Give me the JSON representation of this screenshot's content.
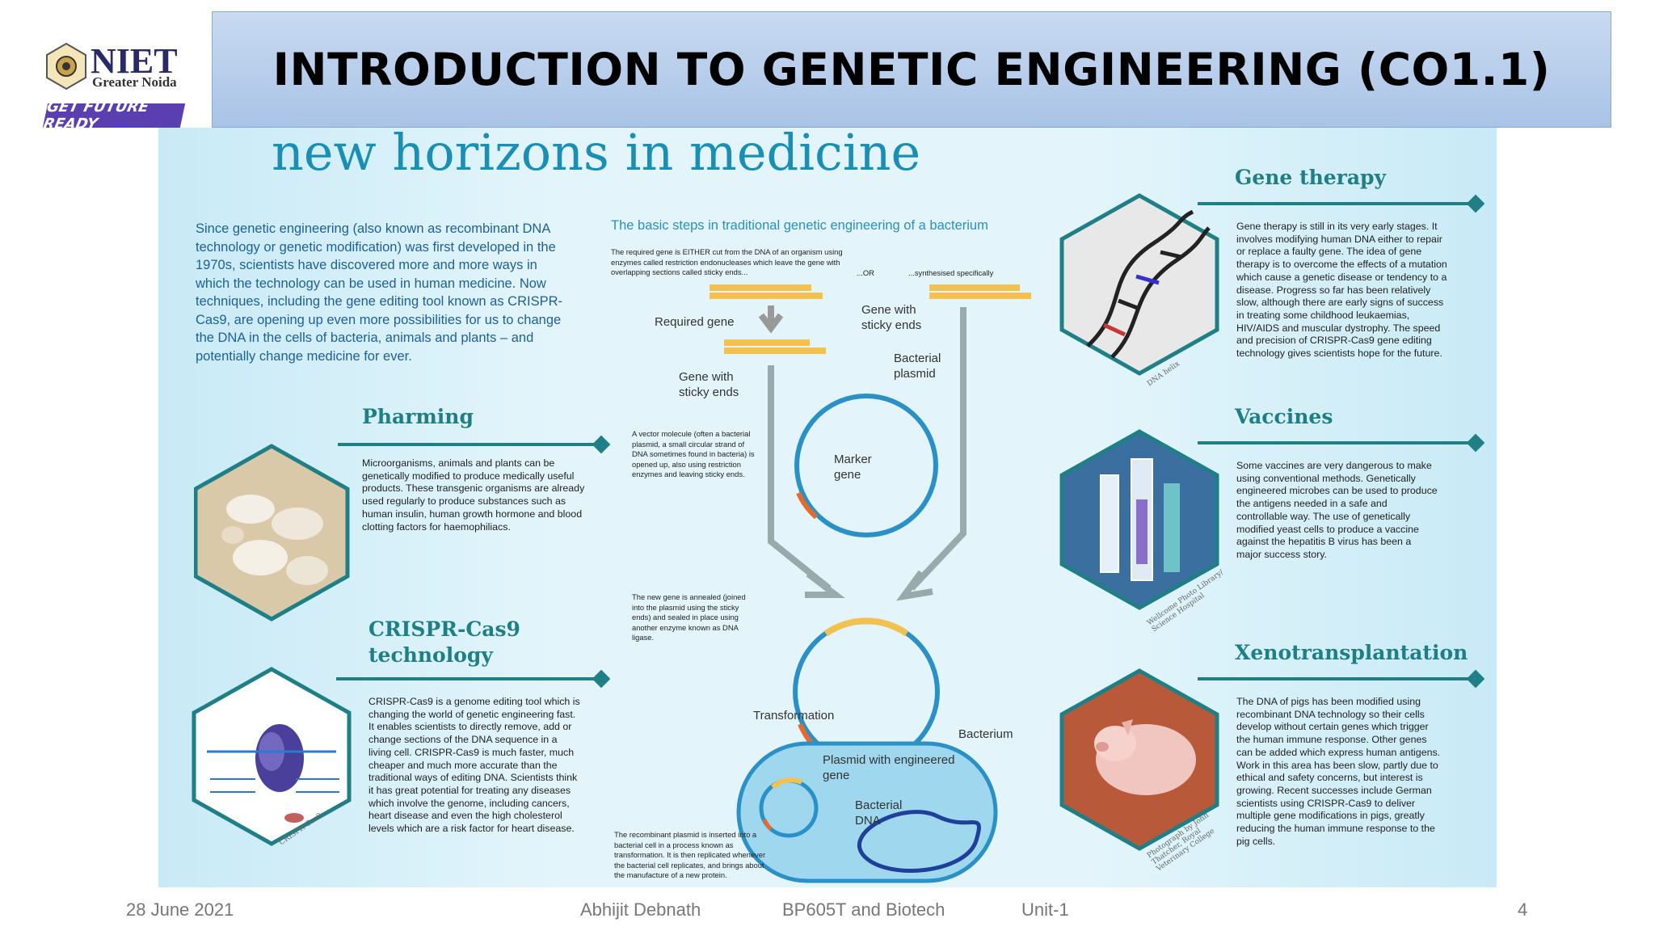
{
  "header": {
    "title": "INTRODUCTION TO GENETIC ENGINEERING (CO1.1)",
    "logo": {
      "name": "NIET",
      "sub": "Greater Noida",
      "tagline": "GET FUTURE READY"
    }
  },
  "poster": {
    "heading": "new horizons in medicine",
    "intro": "Since genetic engineering (also known as recombinant DNA technology or genetic modification) was first developed in the 1970s, scientists have discovered more and more ways in which the technology can be used in human medicine. Now techniques, including the gene editing tool known as CRISPR-Cas9, are opening up even more possibilities for us to change the DNA in the cells of bacteria, animals and plants – and potentially change medicine for ever.",
    "pharming": {
      "heading": "Pharming",
      "text": "Microorganisms, animals and plants can be genetically modified to produce medically useful products. These transgenic organisms are already used regularly to produce substances such as human insulin, human growth hormone and blood clotting factors for haemophiliacs."
    },
    "crispr": {
      "heading_line1": "CRISPR-Cas9",
      "heading_line2": "technology",
      "text": "CRISPR-Cas9 is a genome editing tool which is changing the world of genetic engineering fast. It enables scientists to directly remove, add or change sections of the DNA sequence in a living cell. CRISPR-Cas9 is much faster, much cheaper and much more accurate than the traditional ways of editing DNA. Scientists think it has great potential for treating any diseases which involve the genome, including cancers, heart disease and even the high cholesterol levels which are a risk factor for heart disease.",
      "caption": "CRISPR-Cas9"
    },
    "diagram": {
      "title": "The basic steps in traditional genetic engineering of a bacterium",
      "step1": "The required gene is EITHER cut from the DNA of an organism using enzymes called restriction endonucleases which leave the gene with overlapping sections called sticky ends...",
      "or": "...OR",
      "synth": "...synthesised specifically",
      "required_gene": "Required gene",
      "gene_sticky_1": "Gene with sticky ends",
      "gene_sticky_2": "Gene with sticky ends",
      "bacterial_plasmid": "Bacterial plasmid",
      "vector": "A vector molecule (often a bacterial plasmid, a small circular strand of DNA sometimes found in bacteria) is opened up, also using restriction enzymes and leaving sticky ends.",
      "marker": "Marker gene",
      "annealed": "The new gene is annealed (joined into the plasmid using the sticky ends) and sealed in place using another enzyme known as DNA ligase.",
      "transformation": "Transformation",
      "bacterium": "Bacterium",
      "plasmid_engineered": "Plasmid with engineered gene",
      "bacterial_dna": "Bacterial DNA",
      "recombinant": "The recombinant plasmid is inserted into a bacterial cell in a process known as transformation. It is then replicated whenever the bacterial cell replicates, and brings about the manufacture of a new protein."
    },
    "gene_therapy": {
      "heading": "Gene therapy",
      "text": "Gene therapy is still in its very early stages. It involves modifying human DNA either to repair or replace a faulty gene. The idea of gene therapy is to overcome the effects of a mutation which cause a genetic disease or tendency to a disease. Progress so far has been relatively slow, although there are early signs of success in treating some childhood leukaemias, HIV/AIDS and muscular dystrophy. The speed and precision of CRISPR-Cas9 gene editing technology gives scientists hope for the future.",
      "caption": "DNA helix"
    },
    "vaccines": {
      "heading": "Vaccines",
      "text": "Some vaccines are very dangerous to make using conventional methods. Genetically engineered microbes can be used to produce the antigens needed in a safe and controllable way. The use of genetically modified yeast cells to produce a vaccine against the hepatitis B virus has been a major success story.",
      "caption": "Wellcome Photo Library/ Science Hospital"
    },
    "xeno": {
      "heading": "Xenotransplantation",
      "text": "The DNA of pigs has been modified using recombinant DNA technology so their cells develop without certain genes which trigger the human immune response. Other genes can be added which express human antigens. Work in this area has been slow, partly due to ethical and safety concerns, but interest is growing. Recent successes include German scientists using CRISPR-Cas9 to deliver multiple gene modifications in pigs, greatly reducing the human immune response to the pig cells.",
      "caption": "Photograph by John Thatcher, Royal Veterinary College"
    }
  },
  "footer": {
    "date": "28 June 2021",
    "author": "Abhijit Debnath",
    "course": "BP605T and Biotech",
    "unit": "Unit-1",
    "page": "4"
  },
  "colors": {
    "teal": "#1e7f86",
    "banner": "#b4cdea",
    "blue_text": "#1d5f9a",
    "plasmid": "#2a90c8",
    "gene": "#f2c14e",
    "marker": "#e56a2c"
  }
}
